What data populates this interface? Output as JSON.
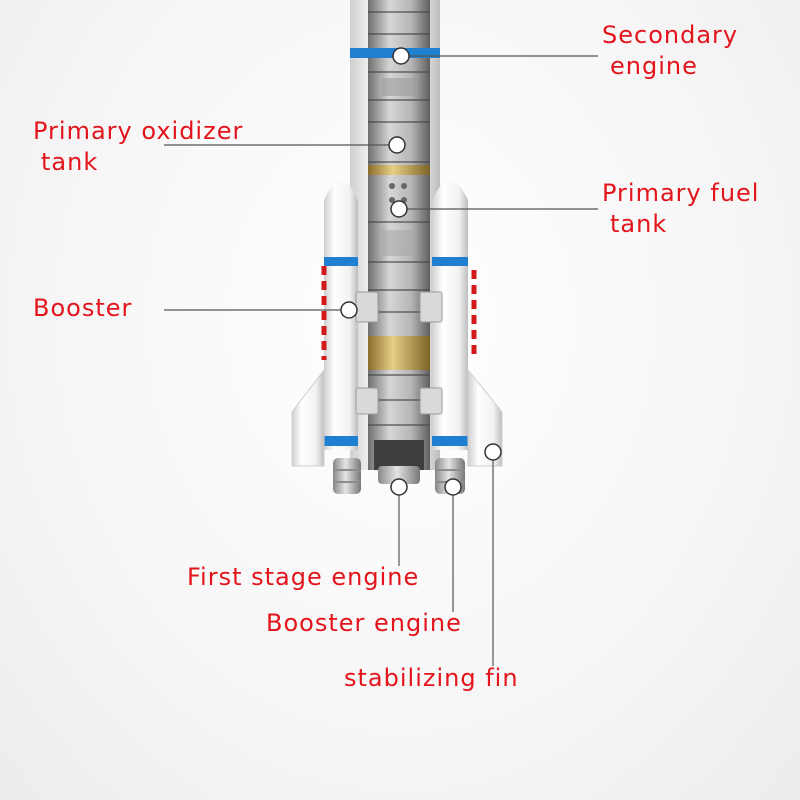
{
  "labels": {
    "secondary_engine": {
      "line1": "Secondary",
      "line2": "engine"
    },
    "primary_oxidizer_tank": {
      "line1": "Primary oxidizer",
      "line2": "tank"
    },
    "primary_fuel_tank": {
      "line1": "Primary fuel",
      "line2": "tank"
    },
    "booster": "Booster",
    "first_stage_engine": "First stage engine",
    "booster_engine": "Booster engine",
    "stabilizing_fin": "stabilizing fin"
  },
  "colors": {
    "label_red": "#e3141b",
    "leader_line": "#555555",
    "body_white": "#f4f4f4",
    "stripe_blue": "#1f7fd0",
    "stripe_red": "#d21a1a",
    "ring_gold": "#c9a64a"
  }
}
